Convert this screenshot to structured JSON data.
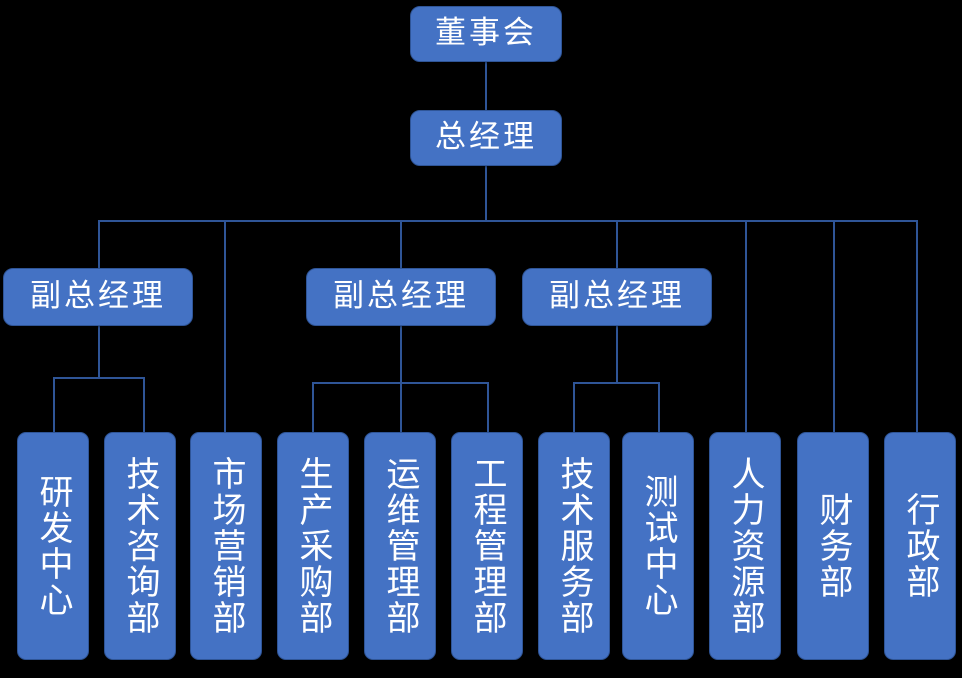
{
  "chart": {
    "type": "org-chart",
    "title": "",
    "orientation": "top-down",
    "colors": {
      "node_fill": "#4472C4",
      "node_border": "#2F5597",
      "node_text": "#FFFFFF",
      "connector": "#2F5597",
      "background": "#000000"
    },
    "levels": [
      {
        "level": 1,
        "nodes": [
          {
            "id": "board",
            "label": "董事会",
            "orientation": "horizontal"
          }
        ]
      },
      {
        "level": 2,
        "nodes": [
          {
            "id": "gm",
            "label": "总经理",
            "orientation": "horizontal"
          }
        ]
      },
      {
        "level": 3,
        "nodes": [
          {
            "id": "vp1",
            "label": "副总经理",
            "orientation": "horizontal"
          },
          {
            "id": "vp2",
            "label": "副总经理",
            "orientation": "horizontal"
          },
          {
            "id": "vp3",
            "label": "副总经理",
            "orientation": "horizontal"
          }
        ]
      },
      {
        "level": 4,
        "nodes": [
          {
            "id": "rd-center",
            "label": "研发中心",
            "orientation": "vertical",
            "parent": "vp1"
          },
          {
            "id": "tech-consulting",
            "label": "技术咨询部",
            "orientation": "vertical",
            "parent": "vp1"
          },
          {
            "id": "marketing",
            "label": "市场营销部",
            "orientation": "vertical",
            "parent": "gm"
          },
          {
            "id": "production",
            "label": "生产采购部",
            "orientation": "vertical",
            "parent": "vp2"
          },
          {
            "id": "ops-management",
            "label": "运维管理部",
            "orientation": "vertical",
            "parent": "vp2"
          },
          {
            "id": "engineering",
            "label": "工程管理部",
            "orientation": "vertical",
            "parent": "vp2"
          },
          {
            "id": "tech-service",
            "label": "技术服务部",
            "orientation": "vertical",
            "parent": "vp3"
          },
          {
            "id": "test-center",
            "label": "测试中心",
            "orientation": "vertical",
            "parent": "vp3"
          },
          {
            "id": "hr",
            "label": "人力资源部",
            "orientation": "vertical",
            "parent": "gm"
          },
          {
            "id": "finance",
            "label": "财务部",
            "orientation": "vertical",
            "parent": "gm"
          },
          {
            "id": "admin",
            "label": "行政部",
            "orientation": "vertical",
            "parent": "gm"
          }
        ]
      }
    ]
  }
}
